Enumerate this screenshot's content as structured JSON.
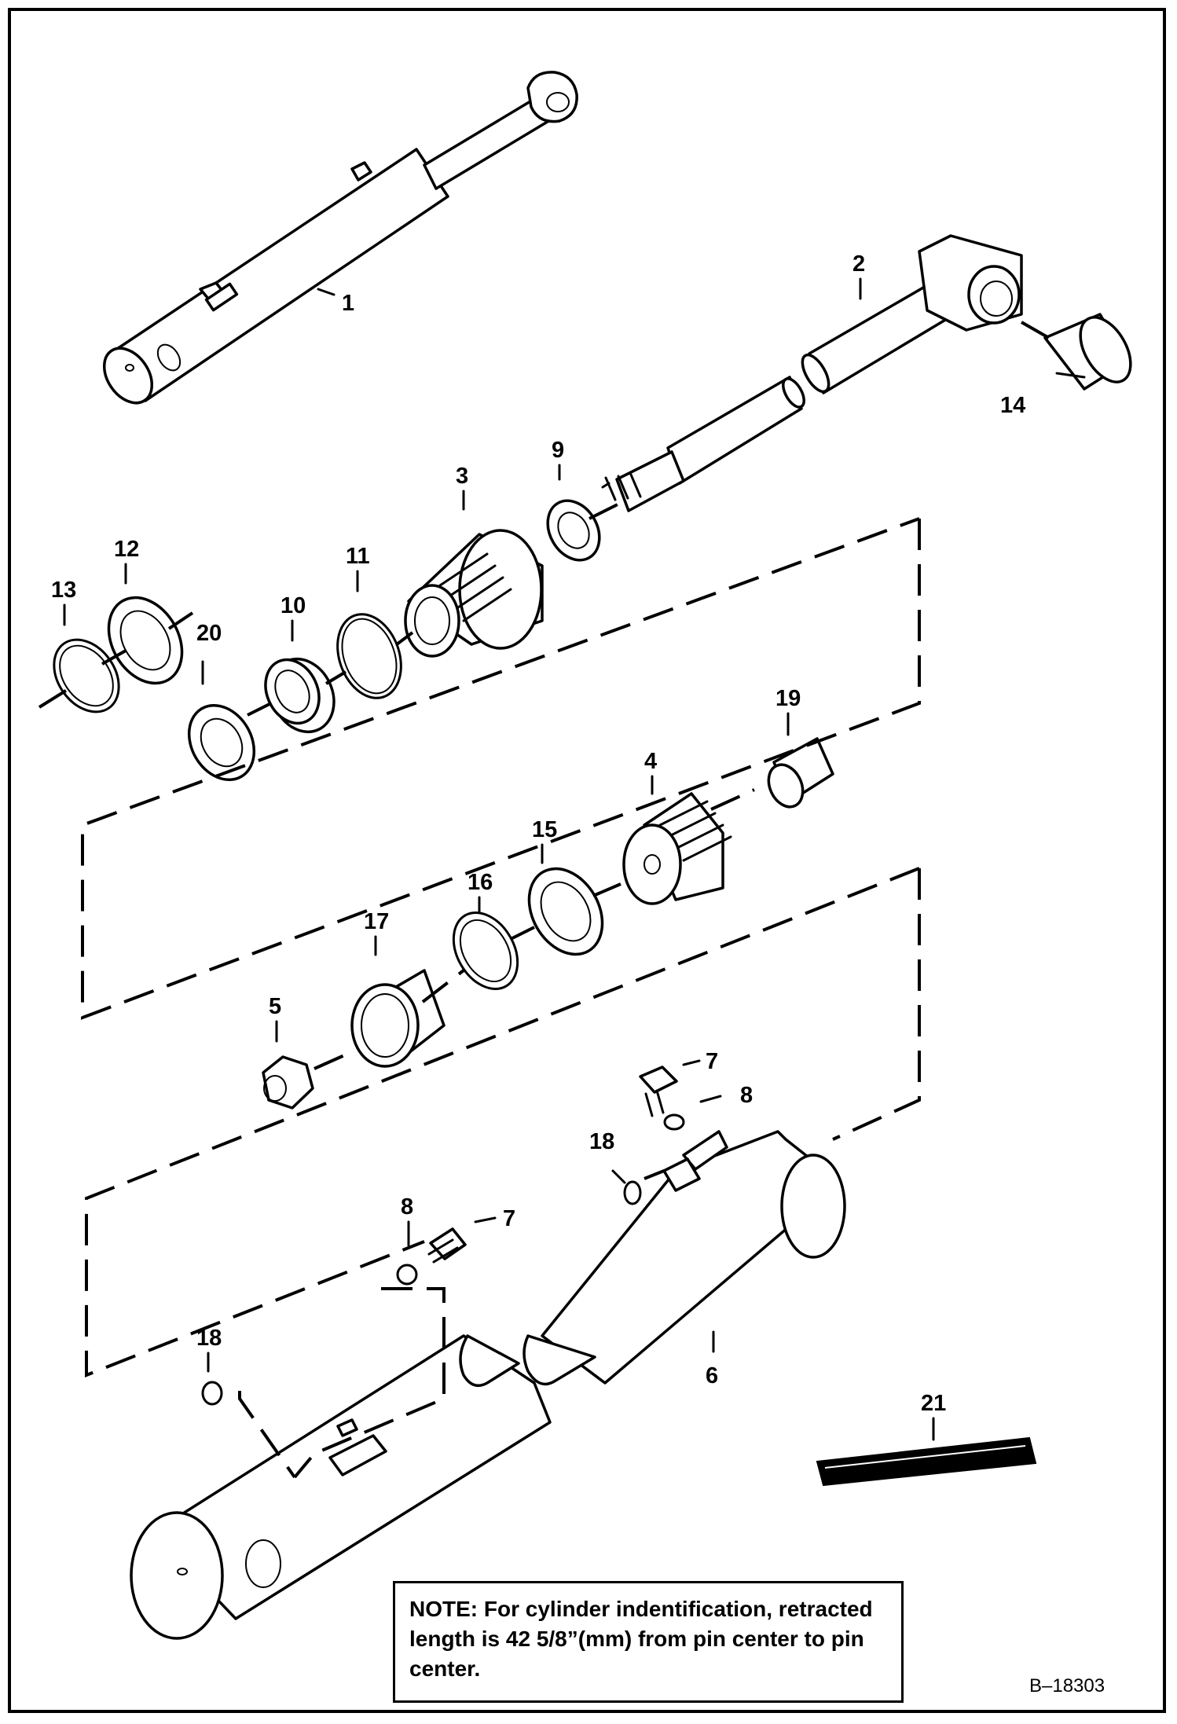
{
  "diagram": {
    "callouts": [
      {
        "id": "c1",
        "label": "1"
      },
      {
        "id": "c2",
        "label": "2"
      },
      {
        "id": "c3",
        "label": "3"
      },
      {
        "id": "c4",
        "label": "4"
      },
      {
        "id": "c5",
        "label": "5"
      },
      {
        "id": "c6",
        "label": "6"
      },
      {
        "id": "c7a",
        "label": "7"
      },
      {
        "id": "c7b",
        "label": "7"
      },
      {
        "id": "c8a",
        "label": "8"
      },
      {
        "id": "c8b",
        "label": "8"
      },
      {
        "id": "c9",
        "label": "9"
      },
      {
        "id": "c10",
        "label": "10"
      },
      {
        "id": "c11",
        "label": "11"
      },
      {
        "id": "c12",
        "label": "12"
      },
      {
        "id": "c13",
        "label": "13"
      },
      {
        "id": "c14",
        "label": "14"
      },
      {
        "id": "c15",
        "label": "15"
      },
      {
        "id": "c16",
        "label": "16"
      },
      {
        "id": "c17",
        "label": "17"
      },
      {
        "id": "c18a",
        "label": "18"
      },
      {
        "id": "c18b",
        "label": "18"
      },
      {
        "id": "c19",
        "label": "19"
      },
      {
        "id": "c20",
        "label": "20"
      },
      {
        "id": "c21",
        "label": "21"
      }
    ],
    "note": {
      "line1": "NOTE: For cylinder indentification, retracted",
      "line2": "length is 42 5/8”(mm) from pin center to pin",
      "line3": "center."
    },
    "figure_id": "B–18303"
  }
}
